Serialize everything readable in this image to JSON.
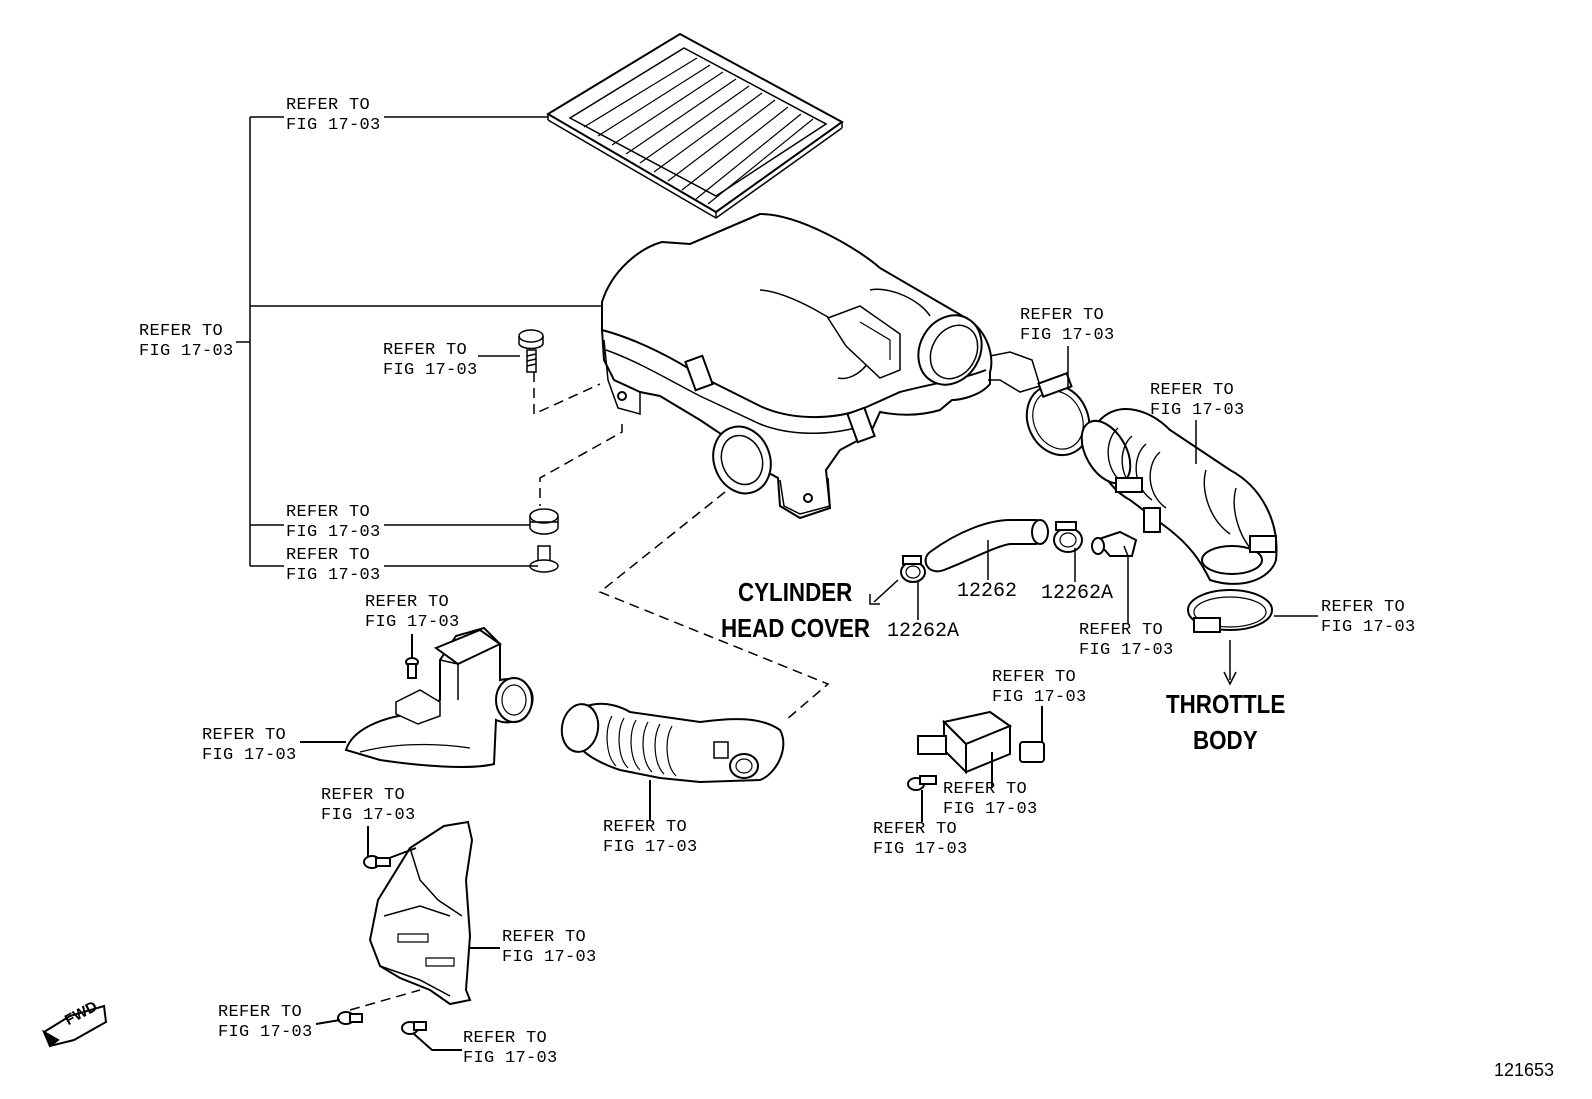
{
  "refer_text": {
    "line1": "REFER TO",
    "line2": "FIG 17-03"
  },
  "callouts": {
    "cylinder_head_cover": {
      "line1": "CYLINDER",
      "line2": "HEAD COVER"
    },
    "throttle_body": {
      "line1": "THROTTLE",
      "line2": "BODY"
    }
  },
  "part_numbers": {
    "hose": "12262",
    "clip_right": "12262A",
    "clip_left": "12262A"
  },
  "figure_id": "121653",
  "fwd_label": "FWD"
}
